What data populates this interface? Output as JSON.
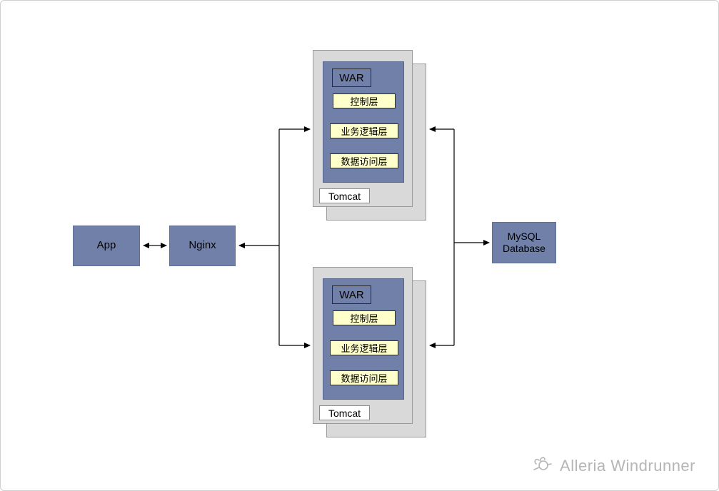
{
  "diagram": {
    "app": {
      "label": "App"
    },
    "nginx": {
      "label": "Nginx"
    },
    "mysql": {
      "label": "MySQL\nDatabase"
    },
    "servers": [
      {
        "war_label": "WAR",
        "layers": [
          "控制层",
          "业务逻辑层",
          "数据访问层"
        ],
        "container_label": "Tomcat"
      },
      {
        "war_label": "WAR",
        "layers": [
          "控制层",
          "业务逻辑层",
          "数据访问层"
        ],
        "container_label": "Tomcat"
      }
    ],
    "colors": {
      "node_fill": "#7180a9",
      "node_border": "#5f6f98",
      "container_fill": "#d9d9d9",
      "container_border": "#9a9a9a",
      "layer_fill": "#ffffcc",
      "layer_border": "#2a2a2a",
      "line": "#000000"
    }
  },
  "watermark": {
    "text": "Alleria Windrunner",
    "icon": "bird-logo-icon"
  }
}
